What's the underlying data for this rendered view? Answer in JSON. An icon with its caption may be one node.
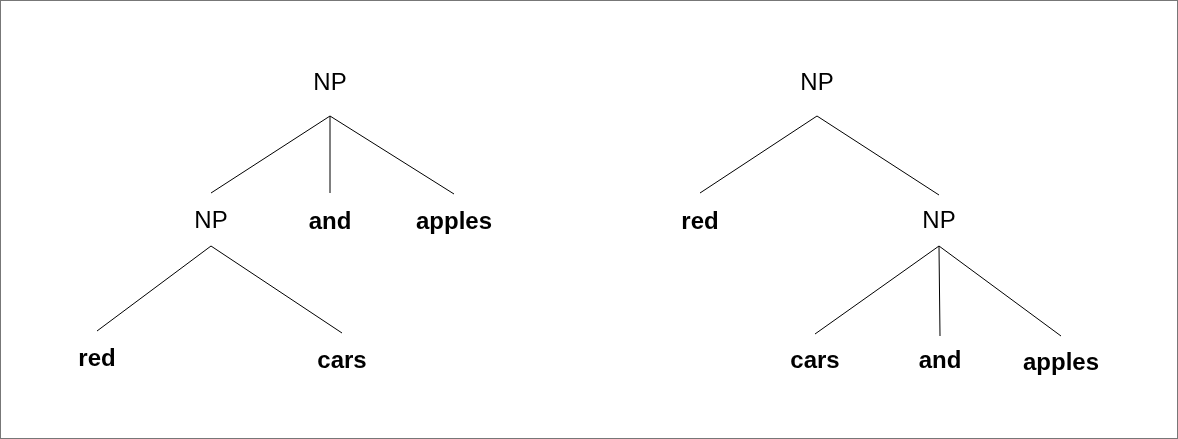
{
  "diagram": {
    "nodes": [
      {
        "text": [
          "NP"
        ]
      },
      {
        "text": [
          "NP"
        ]
      },
      {
        "text": [
          "and"
        ]
      },
      {
        "text": [
          "apples"
        ]
      },
      {
        "text": [
          "red"
        ]
      },
      {
        "text": [
          "cars"
        ]
      },
      {
        "text": [
          "NP"
        ]
      },
      {
        "text": [
          "red"
        ]
      },
      {
        "text": [
          "NP"
        ]
      },
      {
        "text": [
          "cars"
        ]
      },
      {
        "text": [
          "and"
        ]
      },
      {
        "text": [
          "apples"
        ]
      }
    ],
    "edges": [
      {
        "from": 0,
        "to": 1,
        "arrow": "none"
      },
      {
        "from": 0,
        "to": 2,
        "arrow": "none"
      },
      {
        "from": 0,
        "to": 3,
        "arrow": "none"
      },
      {
        "from": 1,
        "to": 4,
        "arrow": "none"
      },
      {
        "from": 1,
        "to": 5,
        "arrow": "none"
      },
      {
        "from": 6,
        "to": 7,
        "arrow": "none"
      },
      {
        "from": 6,
        "to": 8,
        "arrow": "none"
      },
      {
        "from": 8,
        "to": 9,
        "arrow": "none"
      },
      {
        "from": 8,
        "to": 10,
        "arrow": "none"
      },
      {
        "from": 8,
        "to": 11,
        "arrow": "none"
      }
    ]
  }
}
